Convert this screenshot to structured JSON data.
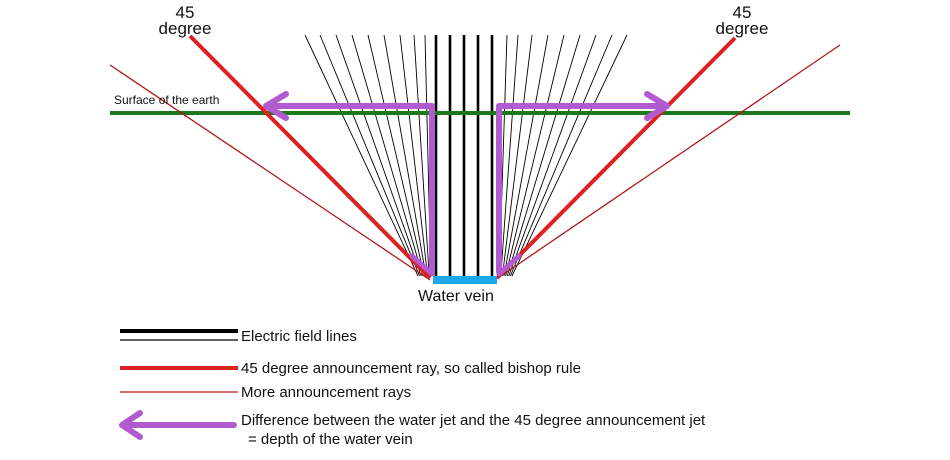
{
  "labels": {
    "left_angle_value": "45",
    "left_angle_unit": "degree",
    "right_angle_value": "45",
    "right_angle_unit": "degree",
    "surface": "Surface of the earth",
    "water_vein": "Water vein"
  },
  "legend": [
    {
      "symbol": "double-black-line",
      "text": "Electric field lines"
    },
    {
      "symbol": "thick-red-line",
      "text": "45 degree announcement ray, so called bishop rule"
    },
    {
      "symbol": "thin-red-line",
      "text": "More announcement rays"
    },
    {
      "symbol": "purple-arrow-icon",
      "text": "Difference between the water jet and the 45 degree announcement jet",
      "text2": "= depth of the water vein"
    }
  ],
  "colors": {
    "surface": "#1a7a1a",
    "red_ray": "#dd2020",
    "thin_ray": "#b01818",
    "purple_arrow": "#b25ad0",
    "water_vein": "#1ea7e8",
    "field_lines": "#000000"
  }
}
